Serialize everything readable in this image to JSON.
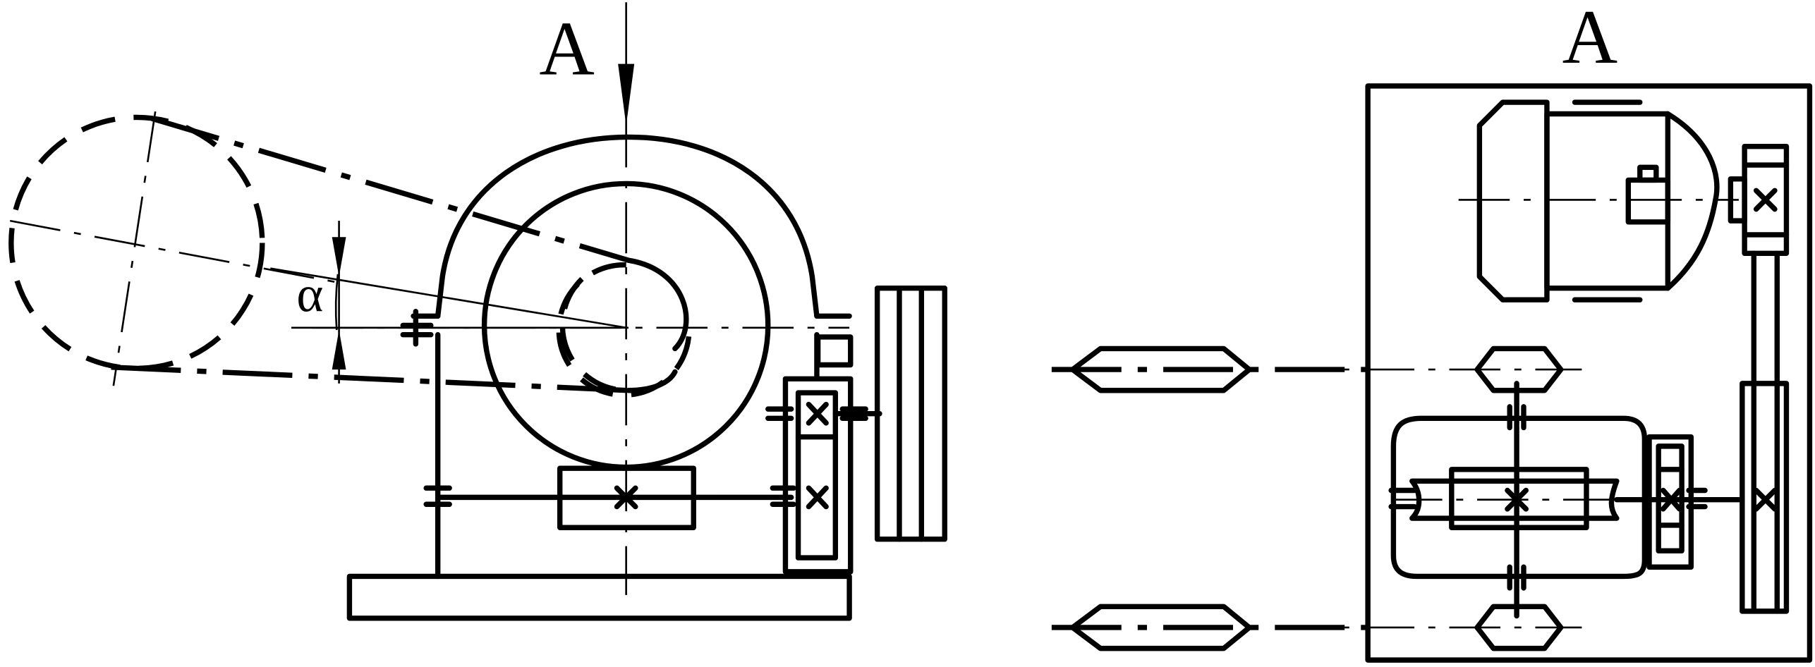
{
  "labels": {
    "view_letter_left": "A",
    "view_letter_right": "A",
    "angle": "α"
  }
}
